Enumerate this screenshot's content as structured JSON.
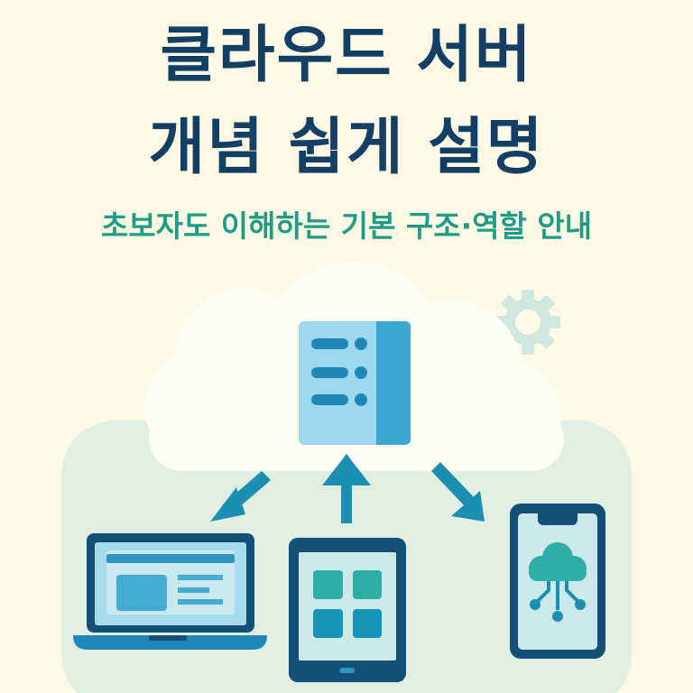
{
  "header": {
    "title_line1": "클라우드 서버",
    "title_line2": "개념 쉽게 설명",
    "subtitle": "초보자도 이해하는 기본 구조·역할 안내"
  },
  "illustration": {
    "icons": [
      "cloud-icon",
      "server-icon",
      "gear-icon",
      "arrow-down-left-icon",
      "arrow-up-icon",
      "arrow-down-right-icon",
      "laptop-icon",
      "tablet-icon",
      "smartphone-icon",
      "cloud-network-icon"
    ],
    "colors": {
      "background": "#fdf9e4",
      "title": "#123f63",
      "subtitle": "#1f9c86",
      "panel": "#e1efe3",
      "cloud": "#fefdf3",
      "server_light": "#9cd8ef",
      "server_dark": "#3aa6d2",
      "arrow": "#1a8fb1",
      "device_frame": "#134f77",
      "teal": "#2fada8",
      "gear": "#cfe7e0"
    }
  }
}
